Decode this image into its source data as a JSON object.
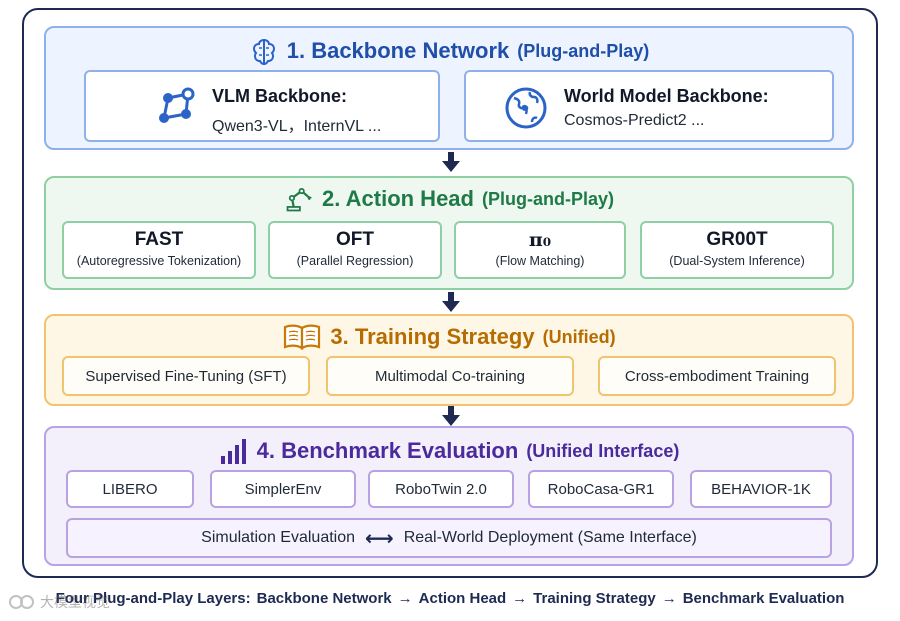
{
  "layers": {
    "l1": {
      "title": "1. Backbone Network",
      "subtitle": "(Plug-and-Play)",
      "icon": "brain-icon",
      "cards": [
        {
          "title": "VLM Backbone:",
          "detail": "Qwen3-VL，InternVL ...",
          "icon": "graph-nodes-icon"
        },
        {
          "title": "World Model Backbone:",
          "detail": "Cosmos-Predict2 ...",
          "icon": "globe-icon"
        }
      ]
    },
    "l2": {
      "title": "2. Action Head",
      "subtitle": "(Plug-and-Play)",
      "icon": "robot-arm-icon",
      "cards": [
        {
          "title": "FAST",
          "detail": "(Autoregressive Tokenization)"
        },
        {
          "title": "OFT",
          "detail": "(Parallel Regression)"
        },
        {
          "title": "π₀",
          "detail": "(Flow Matching)"
        },
        {
          "title": "GR00T",
          "detail": "(Dual-System Inference)"
        }
      ]
    },
    "l3": {
      "title": "3. Training Strategy",
      "subtitle": "(Unified)",
      "icon": "book-icon",
      "cards": [
        {
          "title": "Supervised Fine-Tuning (SFT)"
        },
        {
          "title": "Multimodal Co-training"
        },
        {
          "title": "Cross-embodiment Training"
        }
      ]
    },
    "l4": {
      "title": "4. Benchmark Evaluation",
      "subtitle": "(Unified Interface)",
      "icon": "bar-chart-icon",
      "cards": [
        {
          "title": "LIBERO"
        },
        {
          "title": "SimplerEnv"
        },
        {
          "title": "RoboTwin 2.0"
        },
        {
          "title": "RoboCasa-GR1"
        },
        {
          "title": "BEHAVIOR-1K"
        }
      ],
      "bottom": {
        "left": "Simulation Evaluation",
        "arrow": "⟷",
        "right": "Real-World Deployment (Same Interface)"
      }
    }
  },
  "footer": {
    "lead": "Four Plug-and-Play Layers:",
    "items": [
      "Backbone Network",
      "Action Head",
      "Training Strategy",
      "Benchmark Evaluation"
    ],
    "arrow": "→"
  },
  "watermark": {
    "text": "大模型视觉",
    "icon": "watermark-logo-icon"
  },
  "colors": {
    "frame": "#1e2a52",
    "layer1": "#1f4fa8",
    "layer2": "#1e7a46",
    "layer3": "#b66c00",
    "layer4": "#4b2a9c",
    "arrow": "#1e2a52"
  }
}
